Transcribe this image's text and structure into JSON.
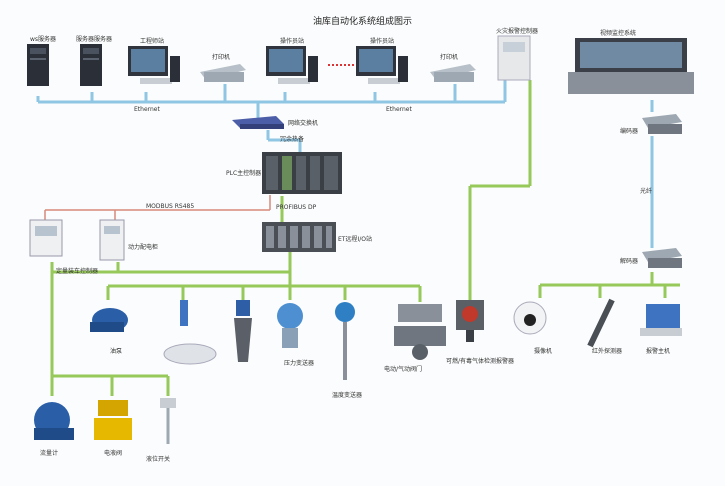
{
  "title": "油库自动化系统组成图示",
  "labels": {
    "server_1": "ws服务器",
    "server_2": "服务器服务器",
    "workstation_1": "工程师站",
    "printer_1": "打印机",
    "operator_1": "操作员站",
    "operator_2": "操作员站",
    "printer_2": "打印机",
    "fire_panel": "火灾报警控制器",
    "video_wall": "视频监控系统",
    "ethernet_left": "Ethernet",
    "ethernet_right": "Ethernet",
    "switch": "网络交换机",
    "redundancy": "冗余热备",
    "controller": "PLC主控制器",
    "fieldbus": "PROFIBUS DP",
    "io_station": "ET远程I/O站",
    "modbus": "MODBUS RS485",
    "flowmeter": "定量装车控制器",
    "power_unit": "动力配电柜",
    "encoder_top": "编码器",
    "fiber": "光纤",
    "encoder_bottom": "解码器",
    "pump": "油泵",
    "pressure_tx": "压力变送器",
    "temp_tx": "温度变送器",
    "valve": "电动/气动阀门",
    "gas_detector": "可燃/有毒气体检测报警器",
    "camera": "摄像机",
    "ir_detector": "红外探测器",
    "host": "报警主机",
    "flow_meter": "流量计",
    "flow_valve": "电液阀",
    "level_switch": "液位开关"
  },
  "colors": {
    "ethernet": "#8fc6e3",
    "field": "#96c85a",
    "serial": "#d88a7a"
  }
}
